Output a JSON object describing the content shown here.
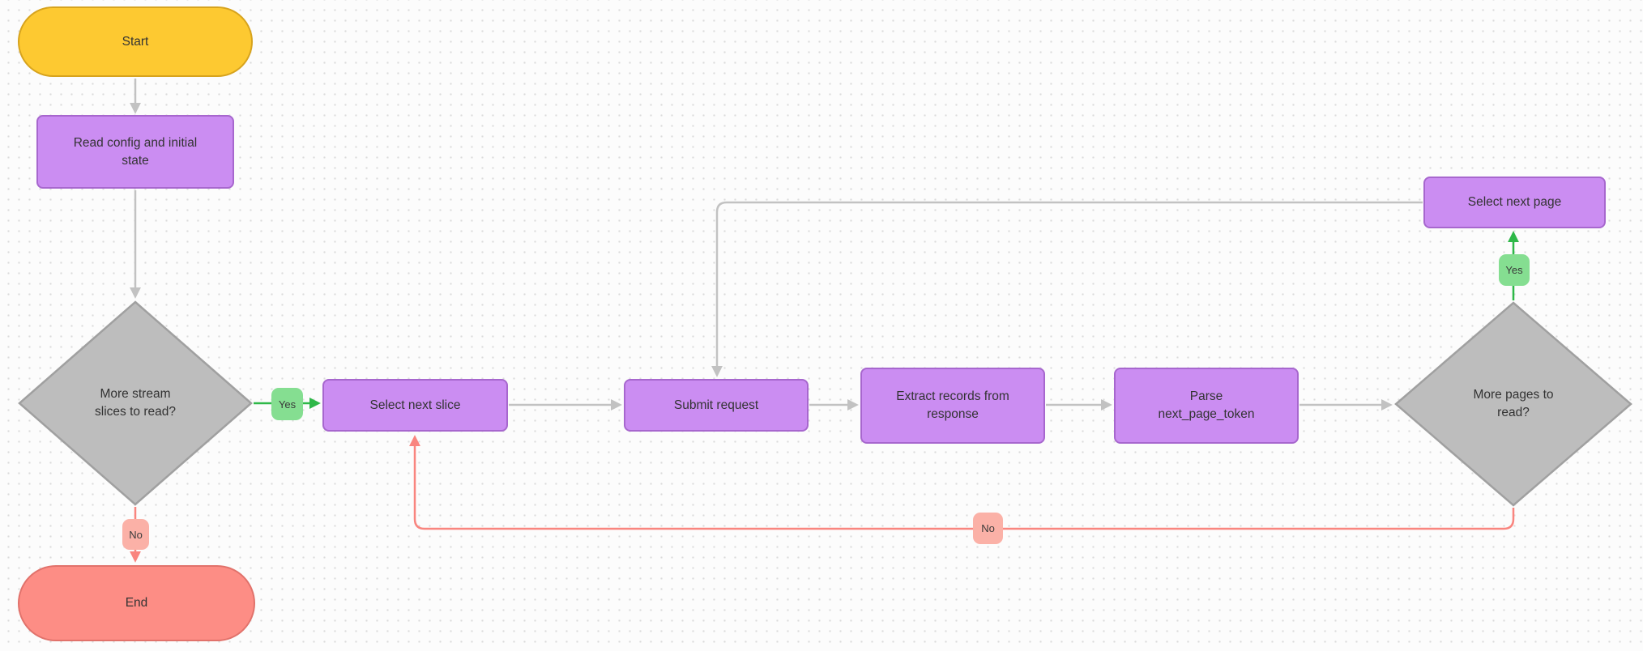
{
  "colors": {
    "background": "#FCFCFC",
    "dot": "#DBDBDB",
    "text": "#333333",
    "edge_gray": "#C2C2C2",
    "edge_green": "#2EB848",
    "edge_red": "#F9857F",
    "start_fill": "#FDC931",
    "start_border": "#D7A31D",
    "process_fill": "#CB8DF2",
    "process_border": "#A767CE",
    "decision_fill": "#BDBDBD",
    "decision_border": "#A0A0A0",
    "end_fill": "#FD8D85",
    "end_border": "#E1726B",
    "yes_badge_fill": "#85DE91",
    "no_badge_fill": "#FBB1A7"
  },
  "nodes": {
    "start": {
      "type": "terminal",
      "label": "Start"
    },
    "read_config": {
      "type": "process",
      "label": "Read config and initial\nstate"
    },
    "more_slices": {
      "type": "decision",
      "label": "More stream\nslices to read?"
    },
    "select_next_slice": {
      "type": "process",
      "label": "Select next slice"
    },
    "submit_request": {
      "type": "process",
      "label": "Submit request"
    },
    "extract_records": {
      "type": "process",
      "label": "Extract records from\nresponse"
    },
    "parse_token": {
      "type": "process",
      "label": "Parse\nnext_page_token"
    },
    "more_pages": {
      "type": "decision",
      "label": "More pages to\nread?"
    },
    "select_next_page": {
      "type": "process",
      "label": "Select next page"
    },
    "end": {
      "type": "terminal",
      "label": "End"
    }
  },
  "edge_labels": {
    "yes_left": "Yes",
    "no_left": "No",
    "yes_right": "Yes",
    "no_bottom": "No"
  }
}
